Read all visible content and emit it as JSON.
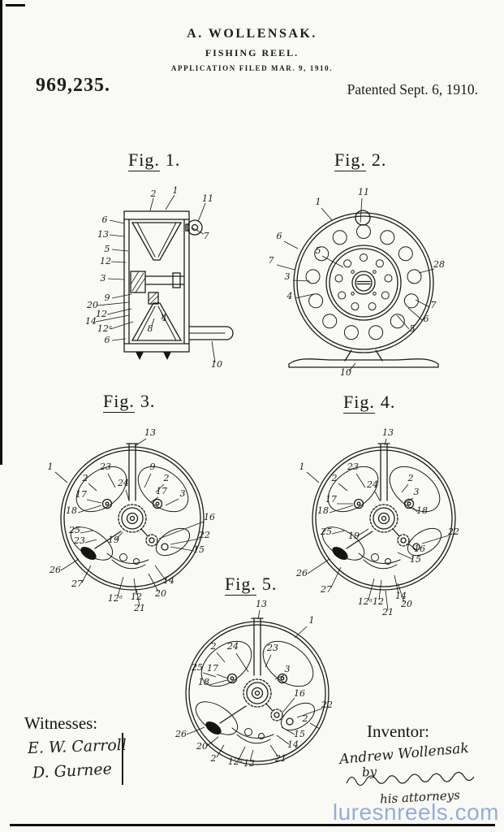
{
  "header": {
    "inventor_line": "A. WOLLENSAK.",
    "title_line": "FISHING REEL.",
    "application_line": "APPLICATION FILED MAR. 9, 1910.",
    "patent_number": "969,235.",
    "patent_date": "Patented Sept. 6, 1910."
  },
  "figures": {
    "fig1": {
      "caption_word": "Fig.",
      "caption_num": "1.",
      "refs": [
        "2",
        "1",
        "11",
        "7",
        "6",
        "13",
        "5",
        "12",
        "3",
        "9",
        "20",
        "12",
        "14",
        "12ᵃ",
        "6",
        "8",
        "4",
        "10"
      ]
    },
    "fig2": {
      "caption_word": "Fig.",
      "caption_num": "2.",
      "refs": [
        "11",
        "1",
        "6",
        "7",
        "5",
        "3",
        "4",
        "28",
        "7",
        "6",
        "5",
        "10"
      ]
    },
    "fig3": {
      "caption_word": "Fig.",
      "caption_num": "3.",
      "refs": [
        "13",
        "1",
        "2",
        "23",
        "24",
        "9",
        "2",
        "17",
        "3",
        "17",
        "18",
        "16",
        "25",
        "23",
        "19",
        "22",
        "15",
        "26",
        "27",
        "12ᵃ",
        "12",
        "20",
        "14",
        "21"
      ]
    },
    "fig4": {
      "caption_word": "Fig.",
      "caption_num": "4.",
      "refs": [
        "13",
        "1",
        "2",
        "23",
        "24",
        "17",
        "2",
        "3",
        "18",
        "18",
        "25",
        "19",
        "16",
        "15",
        "22",
        "26",
        "27",
        "12ᵃ",
        "12",
        "14",
        "20",
        "21"
      ]
    },
    "fig5": {
      "caption_word": "Fig.",
      "caption_num": "5.",
      "refs": [
        "13",
        "1",
        "2",
        "24",
        "23",
        "25",
        "17",
        "3",
        "18",
        "16",
        "22",
        "2",
        "26",
        "20",
        "15",
        "14",
        "2",
        "12ᵃ",
        "12",
        "21"
      ]
    }
  },
  "witnesses": {
    "label": "Witnesses:",
    "signatures": [
      "E. W. Carroll",
      "D. Gurnee"
    ]
  },
  "inventor": {
    "label": "Inventor:",
    "name": "Andrew Wollensak",
    "by": "by",
    "attorneys_note": "his attorneys"
  },
  "watermark": {
    "text": "luresnreels.com",
    "color": "#92aed6"
  },
  "ink_color": "#1c1c1c",
  "paper_color": "#f9f9f5"
}
